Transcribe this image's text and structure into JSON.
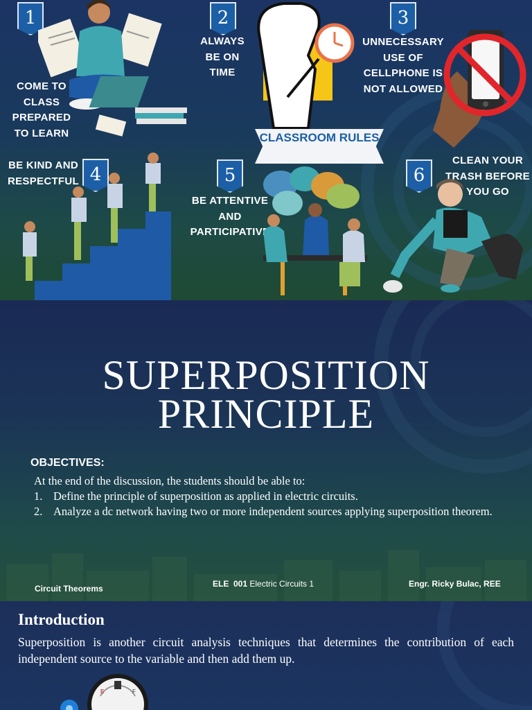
{
  "rules_slide": {
    "header": "CLASSROOM RULES",
    "rules": [
      {
        "number": "1",
        "text": "COME TO CLASS PREPARED TO LEARN"
      },
      {
        "number": "2",
        "text": "ALWAYS BE ON TIME"
      },
      {
        "number": "3",
        "text": "UNNECESSARY USE OF CELLPHONE IS NOT ALLOWED"
      },
      {
        "number": "4",
        "text": "BE KIND AND RESPECTFUL"
      },
      {
        "number": "5",
        "text": "BE ATTENTIVE AND PARTICIPATIVE"
      },
      {
        "number": "6",
        "text": "CLEAN YOUR TRASH BEFORE YOU GO"
      }
    ]
  },
  "title_slide": {
    "title_line1": "SUPERPOSITION",
    "title_line2": "PRINCIPLE",
    "objectives_heading": "OBJECTIVES:",
    "objectives_intro": "At the end of the discussion, the students should be able to:",
    "objectives": [
      {
        "num": "1.",
        "text": "Define the principle of superposition as applied in electric circuits."
      },
      {
        "num": "2.",
        "text": "Analyze a dc network having two or more independent sources applying superposition theorem."
      }
    ],
    "footer": {
      "left": "Circuit Theorems",
      "course_code": "ELE  001",
      "course_name": "Electric Circuits 1",
      "right": "Engr. Ricky Bulac, REE"
    }
  },
  "intro_slide": {
    "title": "Introduction",
    "body": "Superposition is another circuit analysis techniques that determines the contribution of each independent source to the variable and then add them up."
  },
  "colors": {
    "badge_blue": "#1c5fa6",
    "ribbon_white": "#f2f4f7",
    "no_sign_red": "#e0262b"
  }
}
